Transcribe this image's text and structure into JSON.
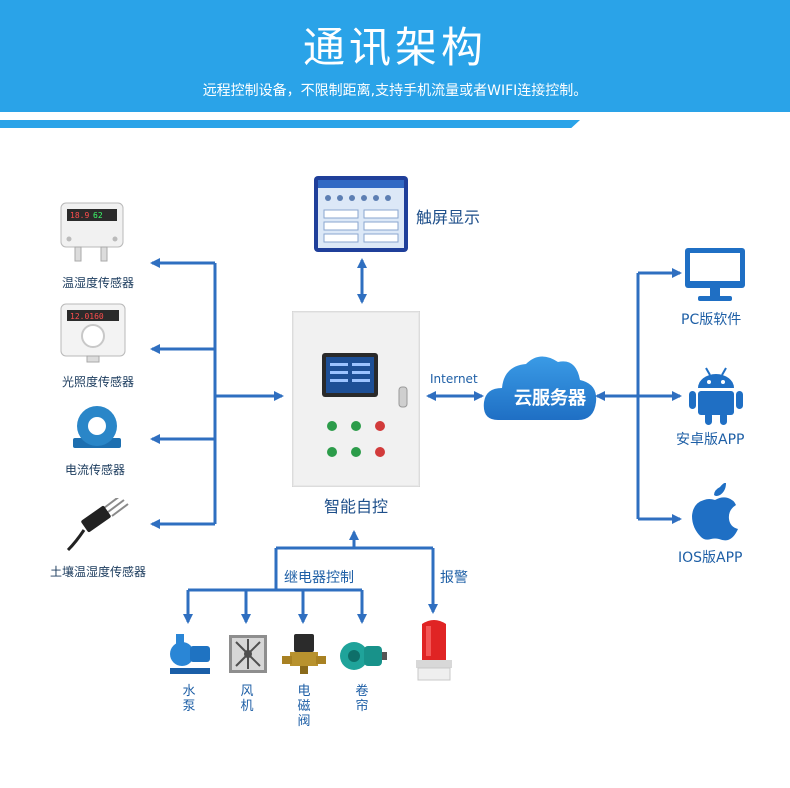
{
  "header": {
    "title": "通讯架构",
    "subtitle": "远程控制设备，不限制距离,支持手机流量或者WIFI连接控制。"
  },
  "sensors": [
    {
      "label": "温湿度传感器",
      "icon": "temp-humidity-sensor-icon"
    },
    {
      "label": "光照度传感器",
      "icon": "light-sensor-icon"
    },
    {
      "label": "电流传感器",
      "icon": "current-sensor-icon"
    },
    {
      "label": "土壤温湿度传感器",
      "icon": "soil-sensor-icon"
    }
  ],
  "touchscreen": {
    "label": "触屏显示"
  },
  "controller": {
    "label": "智能自控"
  },
  "link": {
    "label": "Internet"
  },
  "cloud": {
    "label": "云服务器"
  },
  "clients": [
    {
      "label": "PC版软件",
      "icon": "monitor-icon"
    },
    {
      "label": "安卓版APP",
      "icon": "android-icon"
    },
    {
      "label": "IOS版APP",
      "icon": "apple-icon"
    }
  ],
  "relay": {
    "label": "继电器控制"
  },
  "alarm": {
    "label": "报警",
    "icon": "alarm-light-icon"
  },
  "actuators": [
    {
      "label": "水泵",
      "icon": "water-pump-icon"
    },
    {
      "label": "风机",
      "icon": "fan-icon"
    },
    {
      "label": "电磁阀",
      "icon": "solenoid-valve-icon"
    },
    {
      "label": "卷帘",
      "icon": "roller-motor-icon"
    }
  ],
  "colors": {
    "brand": "#2aa3e8",
    "line": "#2f6fc0"
  }
}
